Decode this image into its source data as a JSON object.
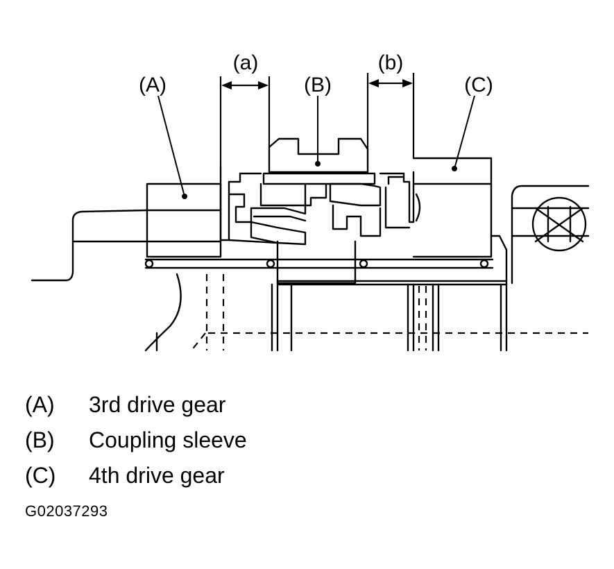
{
  "diagram": {
    "callouts": {
      "a": "(a)",
      "b": "(b)",
      "A": "(A)",
      "B": "(B)",
      "C": "(C)"
    }
  },
  "legend": [
    {
      "key": "(A)",
      "label": "3rd drive gear"
    },
    {
      "key": "(B)",
      "label": "Coupling sleeve"
    },
    {
      "key": "(C)",
      "label": "4th drive gear"
    }
  ],
  "figure_id": "G02037293"
}
